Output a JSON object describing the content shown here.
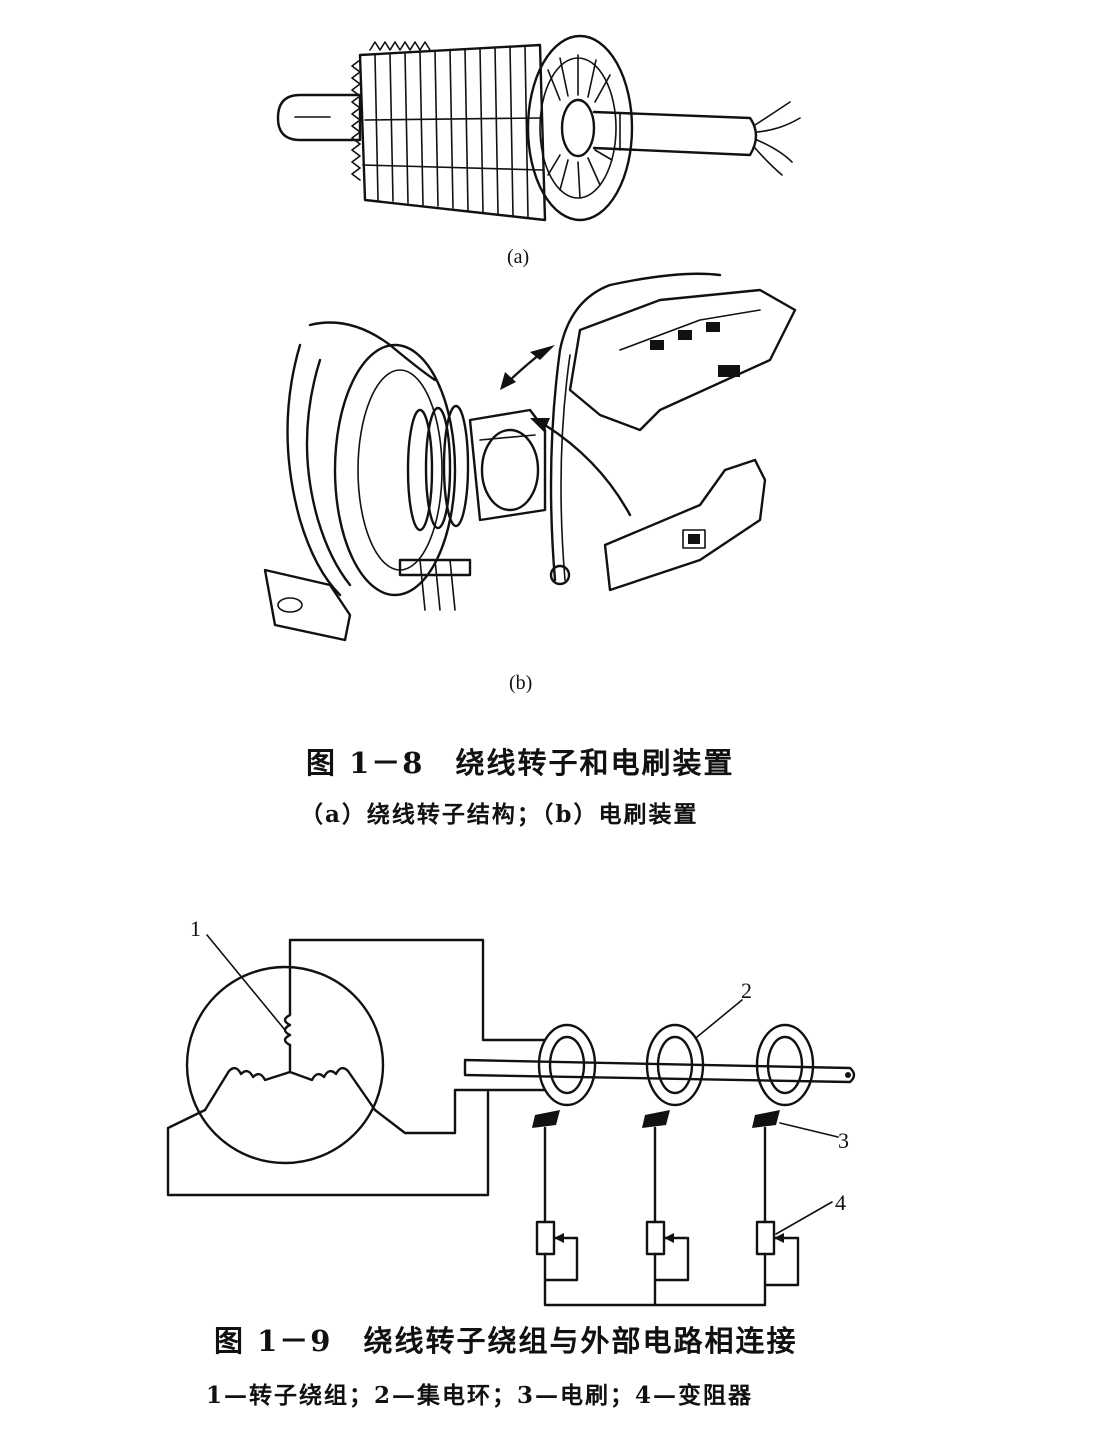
{
  "figure_1_8": {
    "label_a": "(a)",
    "label_b": "(b)",
    "title": "图 1－8　绕线转子和电刷装置",
    "subtitle": "（a）绕线转子结构；（b）电刷装置"
  },
  "figure_1_9": {
    "callouts": [
      "1",
      "2",
      "3",
      "4"
    ],
    "title": "图 1－9　绕线转子绕组与外部电路相连接",
    "subtitle": "1—转子绕组；2—集电环；3—电刷；4—变阻器"
  }
}
